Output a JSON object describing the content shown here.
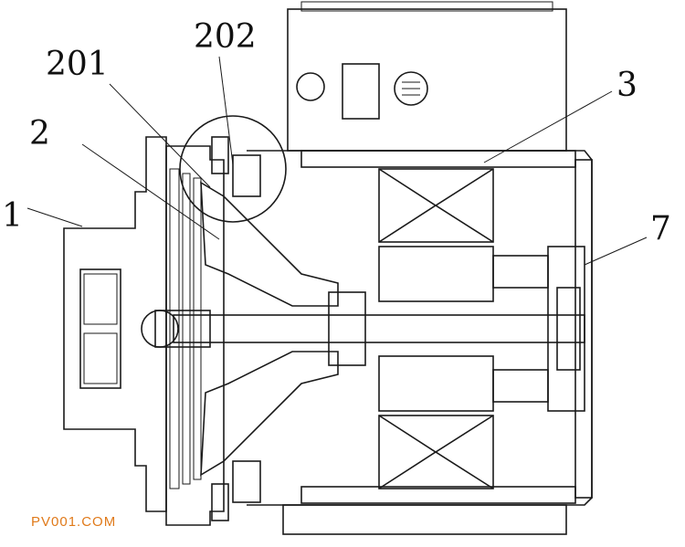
{
  "labels": {
    "l1": "1",
    "l2": "2",
    "l201": "201",
    "l202": "202",
    "l3": "3",
    "l7": "7"
  },
  "watermark": "PV001.COM",
  "colors": {
    "line": "#1a1a1a",
    "watermark": "#e07a1a"
  }
}
